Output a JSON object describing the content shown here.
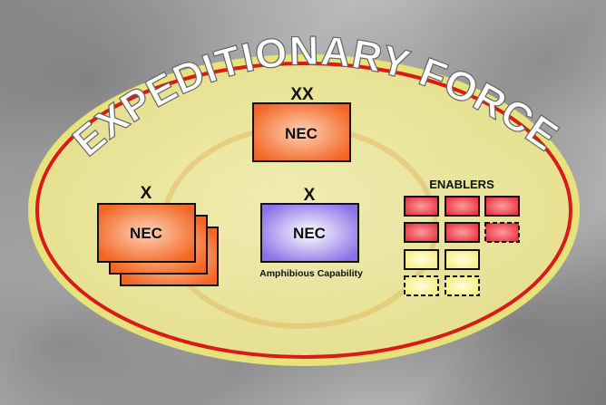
{
  "title": "EXPEDITIONARY FORCE",
  "division": {
    "echelon": "XX",
    "label": "NEC"
  },
  "brigade_left": {
    "echelon": "X",
    "label": "NEC"
  },
  "brigade_center": {
    "echelon": "X",
    "label": "NEC",
    "caption": "Amphibious Capability"
  },
  "enablers": {
    "title": "ENABLERS"
  },
  "colors": {
    "ellipse_fill": "#f0ec9a",
    "ellipse_border": "#d91a1a",
    "nec_orange": "#f26522",
    "nec_purple": "#8a70e6",
    "enabler_red": "#e8323c",
    "enabler_yellow": "#f5f07a"
  }
}
